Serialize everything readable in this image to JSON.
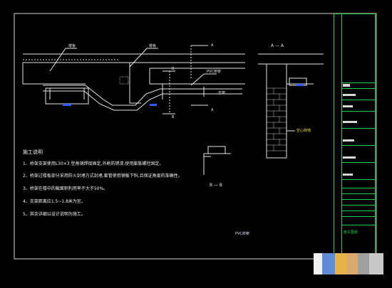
{
  "drawing": {
    "section_main": {
      "label_slab": "楼板",
      "label_sleeve": "楼板",
      "label_pvc": "PVC桥架",
      "label_support": "支架",
      "marker_a_top": "A",
      "marker_a_bottom": "A",
      "marker_b_top": "B",
      "marker_b_bottom": "B"
    },
    "section_aa": {
      "title": "A — A",
      "label_wall": "空心砖墙"
    },
    "section_bb": {
      "title": "B — B"
    },
    "pvc_caption": "PVC桥架",
    "notes": {
      "title": "施工说明",
      "items": [
        "1、桥架支架使用L30×3 型角钢焊接固定,外刷防锈漆,使用膨胀螺栓固定。",
        "2、桥架过楼板部分采用防火封堵方式封堵,套管使用钢板下料,且保证角度的准确性。",
        "3、桥架在楼中的截面积利用率不大于50%。",
        "4、支架距离应1.5~1.8米为宜。",
        "5、其余详细以设计说明为施工。"
      ]
    },
    "title_block": {
      "rows": [
        "",
        "",
        "",
        "",
        "",
        "",
        "",
        "",
        "",
        ""
      ],
      "stamp": "施工图纸"
    }
  },
  "colors": {
    "background": "#000000",
    "line": "#e6e6e6",
    "accent_green": "#1fd24a",
    "accent_yellow": "#f3e24a",
    "accent_blue": "#2f5bff"
  }
}
